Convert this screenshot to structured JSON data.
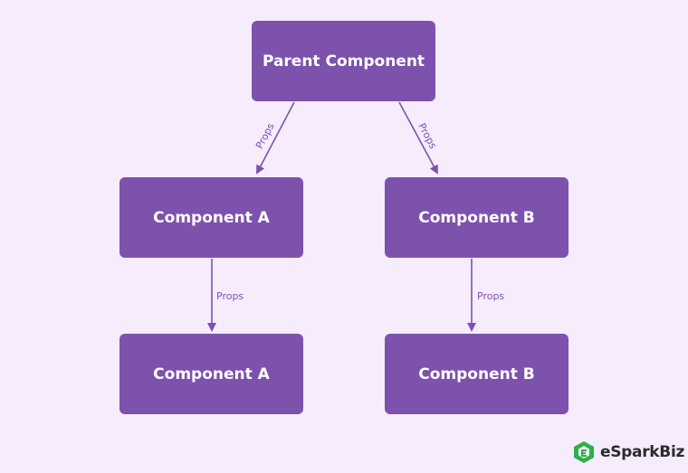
{
  "diagram": {
    "nodes": {
      "parent": "Parent Component",
      "a1": "Component A",
      "b1": "Component B",
      "a2": "Component A",
      "b2": "Component B"
    },
    "edges": {
      "parent_to_a1": "Props",
      "parent_to_b1": "Props",
      "a1_to_a2": "Props",
      "b1_to_b2": "Props"
    }
  },
  "brand": {
    "name": "eSparkBiz",
    "logo_icon": "esparkbiz-logo-icon"
  },
  "colors": {
    "background": "#f6ecfc",
    "node_fill": "#7d52ad",
    "node_text": "#ffffff",
    "edge": "#7d52ad",
    "logo_green": "#2bb14a"
  }
}
